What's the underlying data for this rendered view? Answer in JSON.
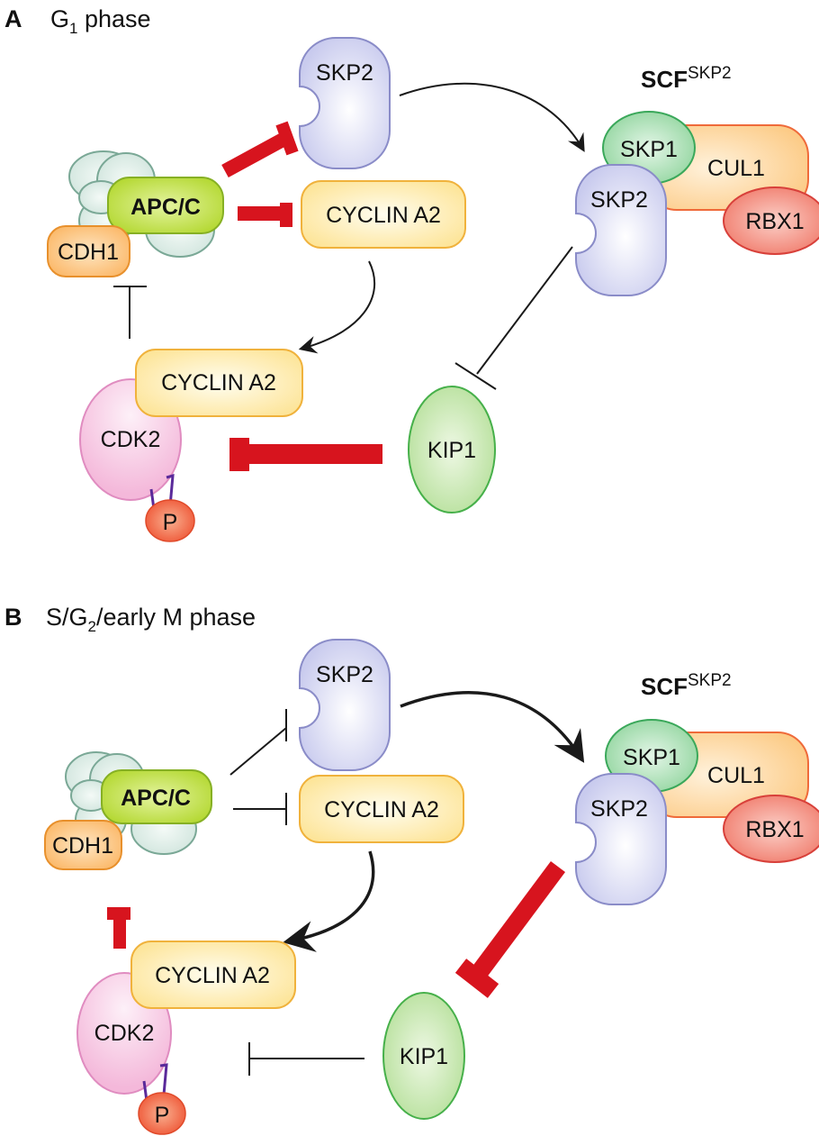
{
  "colors": {
    "inhibit_strong": "#d7141e",
    "line": "#1a1a1a",
    "skp2_fill": "#c9cbee",
    "skp2_stroke": "#8a8cc8",
    "cyclin_fill": "#fde9a0",
    "cyclin_stroke": "#f0b23c",
    "apc_fill": "#b8dc3c",
    "apc_stroke": "#86b024",
    "apc_sub_fill": "#d4e8e0",
    "apc_sub_stroke": "#7aa896",
    "cdh1_fill": "#fbc27a",
    "cdh1_stroke": "#e8902c",
    "cdk2_fill": "#f6c2e0",
    "cdk2_stroke": "#e08cc0",
    "kip1_fill": "#bfe4a8",
    "kip1_stroke": "#46b04a",
    "skp1_fill": "#9ad8a4",
    "skp1_stroke": "#3aa85a",
    "cul1_fill": "#fdd29a",
    "cul1_stroke": "#ef6a3a",
    "rbx1_fill": "#f38a7e",
    "rbx1_stroke": "#d8403a",
    "p_fill": "#f06040",
    "p_link": "#5a2a9a"
  },
  "panels": [
    {
      "letter": "A",
      "title_prefix": "G",
      "title_sub": "1",
      "title_suffix": " phase",
      "complex_title": "SCF",
      "complex_sup": "SKP2",
      "labels": {
        "skp2_free": "SKP2",
        "apc": "APC/C",
        "cdh1": "CDH1",
        "cyclin_free": "CYCLIN A2",
        "cyclin_bound": "CYCLIN A2",
        "cdk2": "CDK2",
        "p": "P",
        "kip1": "KIP1",
        "skp1": "SKP1",
        "cul1": "CUL1",
        "skp2_complex": "SKP2",
        "rbx1": "RBX1"
      }
    },
    {
      "letter": "B",
      "title_prefix": "S/G",
      "title_sub": "2",
      "title_suffix": "/early M phase",
      "complex_title": "SCF",
      "complex_sup": "SKP2",
      "labels": {
        "skp2_free": "SKP2",
        "apc": "APC/C",
        "cdh1": "CDH1",
        "cyclin_free": "CYCLIN A2",
        "cyclin_bound": "CYCLIN A2",
        "cdk2": "CDK2",
        "p": "P",
        "kip1": "KIP1",
        "skp1": "SKP1",
        "cul1": "CUL1",
        "skp2_complex": "SKP2",
        "rbx1": "RBX1"
      }
    }
  ]
}
